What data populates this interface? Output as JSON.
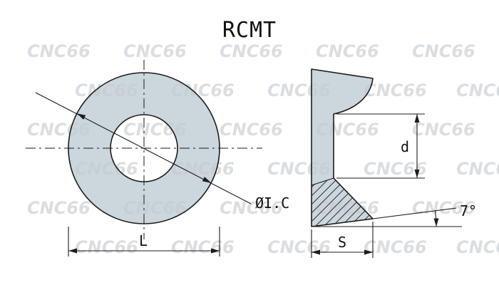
{
  "title": "RCMT",
  "watermark": {
    "text": "CNC66"
  },
  "front_view": {
    "inscribed_circle_label": "ØI.C",
    "diameter_dim_label": "L"
  },
  "side_view": {
    "bore_dim_label": "d",
    "thickness_dim_label": "S",
    "clearance_angle_label": "7°"
  },
  "colors": {
    "insert_fill": "#cbd6dd",
    "background": "#ffffff",
    "line": "#1c1c1c",
    "watermark": "#c6cbd0"
  }
}
